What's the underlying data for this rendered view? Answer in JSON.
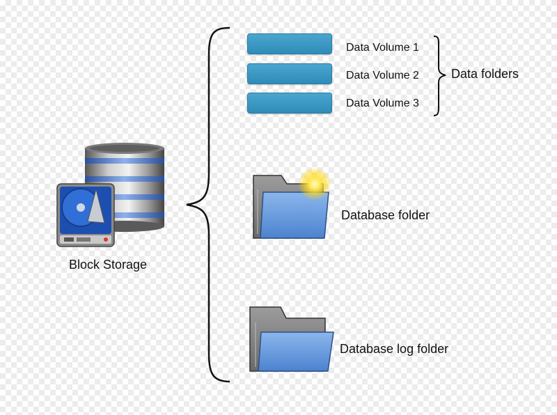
{
  "storage": {
    "label": "Block Storage"
  },
  "volumes": [
    {
      "label": "Data Volume 1"
    },
    {
      "label": "Data Volume 2"
    },
    {
      "label": "Data Volume 3"
    }
  ],
  "groups": {
    "data_folders": "Data folders",
    "database_folder": "Database folder",
    "database_log_folder": "Database log folder"
  },
  "icons": {
    "storage": "database-stack-icon",
    "disk": "hard-drive-icon",
    "folder_open": "open-folder-icon",
    "folder": "folder-icon"
  },
  "colors": {
    "volume_bar": "#3d9bc6",
    "folder_front": "#5b93d6",
    "disk_blue": "#1f5fbf"
  }
}
